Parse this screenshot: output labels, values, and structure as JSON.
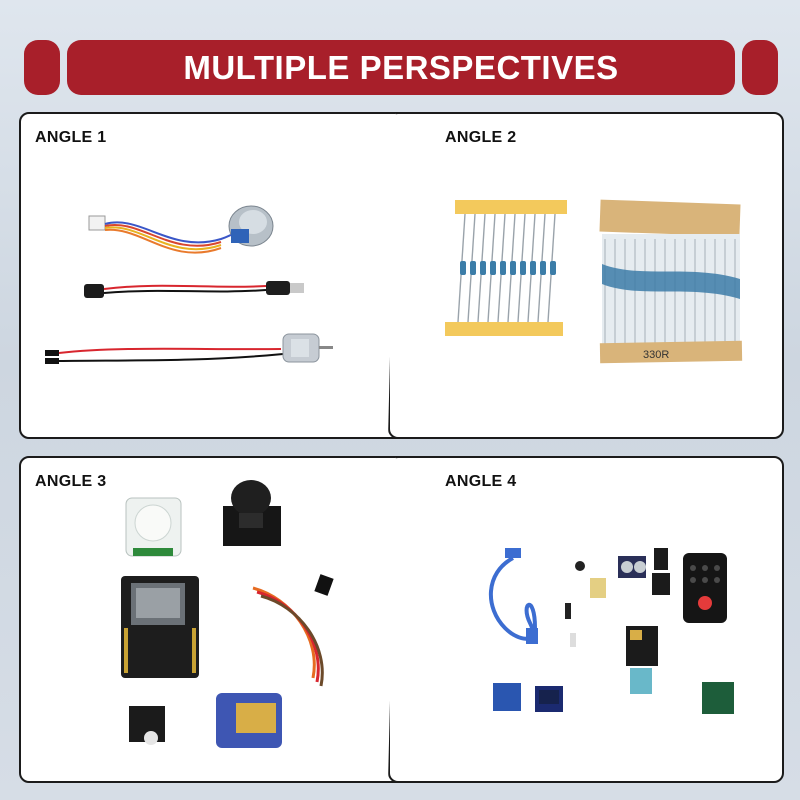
{
  "banner": {
    "title": "MULTIPLE PERSPECTIVES"
  },
  "panels": [
    {
      "label": "ANGLE 1"
    },
    {
      "label": "ANGLE 2"
    },
    {
      "label": "ANGLE 3"
    },
    {
      "label": "ANGLE 4"
    }
  ],
  "angle2": {
    "tape_label": "330R"
  },
  "colors": {
    "banner": "#a81f2a",
    "border": "#1b1b1b"
  },
  "icons": {
    "angle1": [
      "stepper-motor-icon",
      "battery-clip-icon",
      "dc-motor-icon"
    ],
    "angle2": [
      "resistor-strip-icon",
      "resistor-pack-icon"
    ],
    "angle3": [
      "pir-sensor-icon",
      "joystick-module-icon",
      "esp32-board-icon",
      "servo-motor-icon",
      "ir-receiver-module-icon"
    ],
    "angle4": [
      "usb-cable-icon",
      "remote-control-icon",
      "ultrasonic-sensor-icon",
      "breadboard-power-icon",
      "dht-sensor-icon",
      "oled-display-icon",
      "relay-module-icon",
      "driver-board-icon"
    ]
  }
}
